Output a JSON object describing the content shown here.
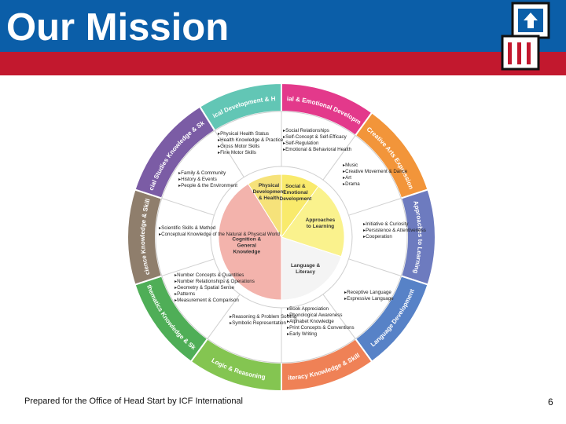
{
  "slide": {
    "title": "Our Mission",
    "footer": "Prepared for the Office of Head Start by ICF International",
    "page_number": "6"
  },
  "diagram": {
    "domains": [
      {
        "label": "Physical Development & Health",
        "color": "#62c6b5"
      },
      {
        "label": "Social & Emotional Development",
        "color": "#e3398b"
      },
      {
        "label": "Creative Arts Expression",
        "color": "#f2953a"
      },
      {
        "label": "Approaches to Learning",
        "color": "#6d7bbf"
      },
      {
        "label": "Language Development",
        "color": "#5782c7"
      },
      {
        "label": "Literacy Knowledge & Skills",
        "color": "#ef8156"
      },
      {
        "label": "Logic & Reasoning",
        "color": "#84c551"
      },
      {
        "label": "Mathematics Knowledge & Skills",
        "color": "#4fae57"
      },
      {
        "label": "Science Knowledge & Skills",
        "color": "#8f7e6c"
      },
      {
        "label": "Social Studies Knowledge & Skills",
        "color": "#7b5ca5"
      }
    ],
    "center": [
      {
        "label": "Physical Development & Health",
        "color": "#f6e27a"
      },
      {
        "label": "Social & Emotional Development",
        "color": "#f9ea6c"
      },
      {
        "label": "Approaches to Learning",
        "color": "#faf28d"
      },
      {
        "label": "Language & Literacy",
        "color": "#f4f4f4"
      },
      {
        "label": "Cognition & General Knowledge",
        "color": "#f3b3ac"
      }
    ],
    "elements": [
      {
        "domain": "Physical Development & Health",
        "items": [
          "Physical Health Status",
          "Health Knowledge & Practice",
          "Gross Motor Skills",
          "Fine Motor Skills"
        ]
      },
      {
        "domain": "Social & Emotional Development",
        "items": [
          "Social Relationships",
          "Self-Concept & Self-Efficacy",
          "Self-Regulation",
          "Emotional & Behavioral Health"
        ]
      },
      {
        "domain": "Creative Arts Expression",
        "items": [
          "Music",
          "Creative Movement & Dance",
          "Art",
          "Drama"
        ]
      },
      {
        "domain": "Approaches to Learning",
        "items": [
          "Initiative & Curiosity",
          "Persistence & Attentiveness",
          "Cooperation"
        ]
      },
      {
        "domain": "Language Development",
        "items": [
          "Receptive Language",
          "Expressive Language"
        ]
      },
      {
        "domain": "Literacy Knowledge & Skills",
        "items": [
          "Book Appreciation",
          "Phonological Awareness",
          "Alphabet Knowledge",
          "Print Concepts & Conventions",
          "Early Writing"
        ]
      },
      {
        "domain": "Logic & Reasoning",
        "items": [
          "Reasoning & Problem Solving",
          "Symbolic Representation"
        ]
      },
      {
        "domain": "Mathematics Knowledge & Skills",
        "items": [
          "Number Concepts & Quantities",
          "Number Relationships & Operations",
          "Geometry & Spatial Sense",
          "Patterns",
          "Measurement & Comparison"
        ]
      },
      {
        "domain": "Science Knowledge & Skills",
        "items": [
          "Scientific Skills & Method",
          "Conceptual Knowledge of the Natural & Physical World"
        ]
      },
      {
        "domain": "Social Studies Knowledge & Skills",
        "items": [
          "Family & Community",
          "History & Events",
          "People & the Environment"
        ]
      }
    ]
  }
}
